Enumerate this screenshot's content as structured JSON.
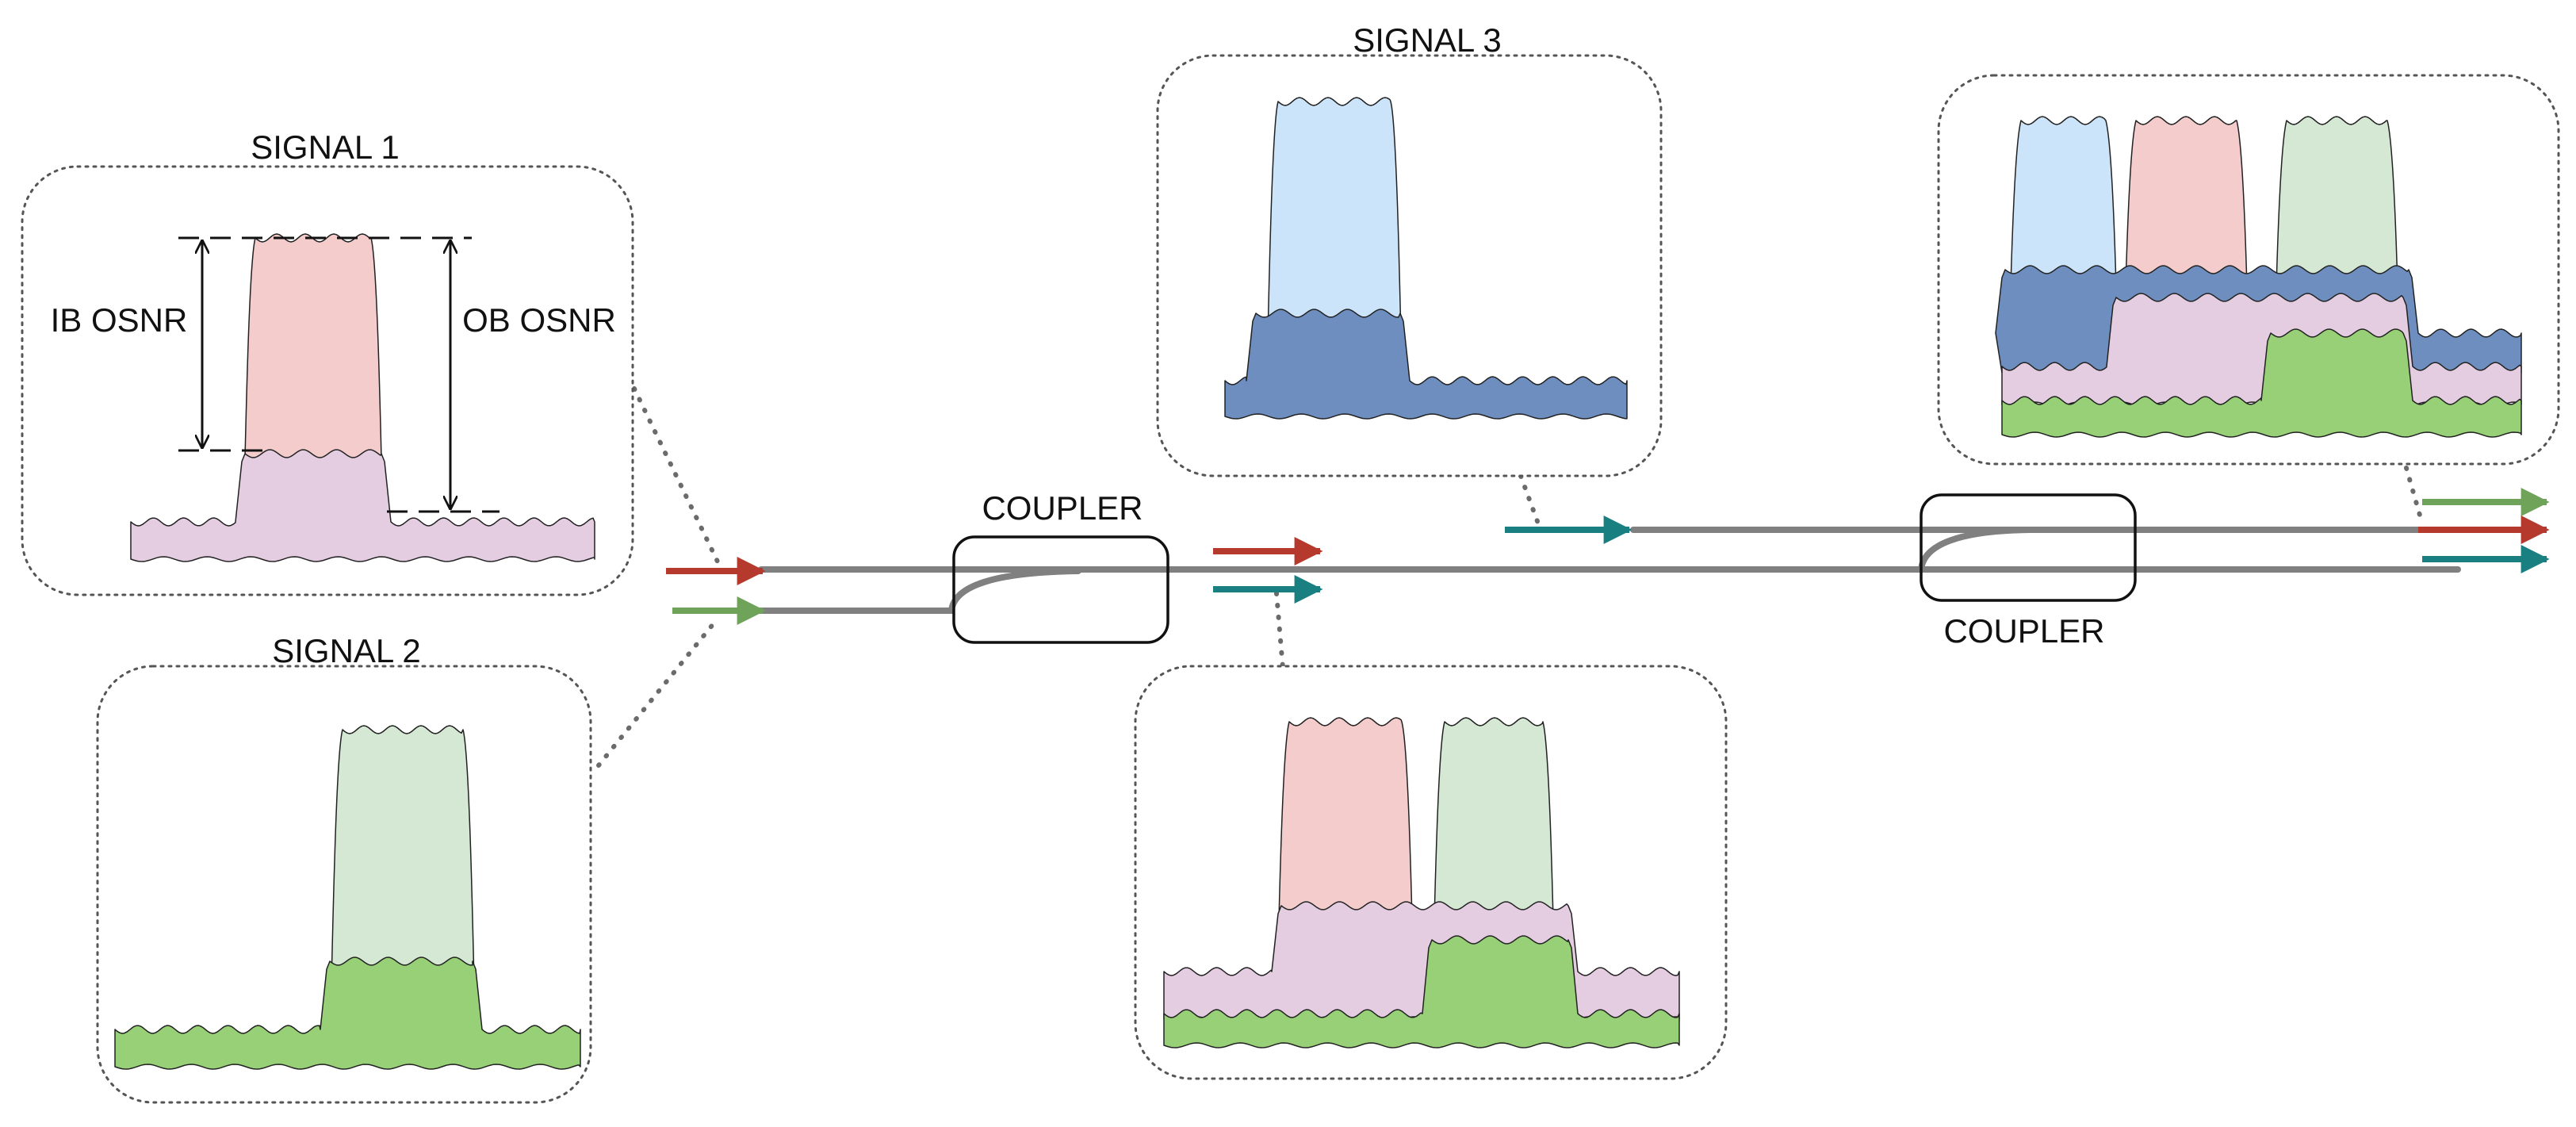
{
  "labels": {
    "signal1": "SIGNAL 1",
    "signal2": "SIGNAL 2",
    "signal3": "SIGNAL 3",
    "coupler1": "COUPLER",
    "coupler2": "COUPLER",
    "ib_osnr": "IB OSNR",
    "ob_osnr": "OB OSNR"
  },
  "colors": {
    "red_signal": "#f5cccc",
    "green_signal": "#d4e8d4",
    "blue_signal": "#cce4fa",
    "pink_noise": "#e4cde0",
    "green_noise": "#97d077",
    "blue_noise": "#6d8ebf",
    "arrow_red": "#b5392c",
    "arrow_green": "#6fa35a",
    "arrow_teal": "#1a7f80",
    "fiber": "#808080"
  }
}
